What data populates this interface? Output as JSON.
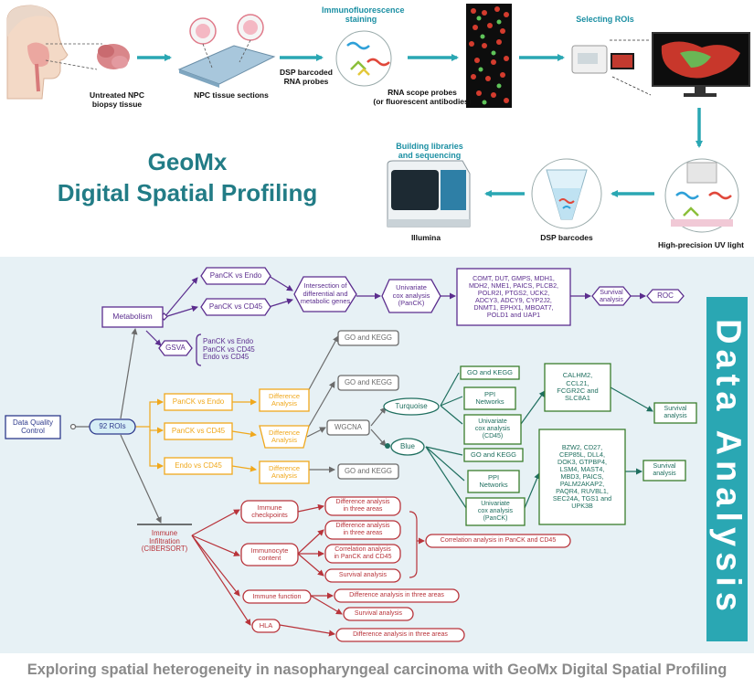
{
  "workflow": {
    "title_line1": "GeoMx",
    "title_line2": "Digital Spatial Profiling",
    "untreated_label": "Untreated NPC\nbiopsy tissue",
    "sections_label": "NPC tissue sections",
    "dsp_probes_label": "DSP barcoded\nRNA probes",
    "if_staining_label": "Immunofluorescence\nstaining",
    "rnascope_label": "RNA scope probes\n(or fluorescent antibodies)",
    "rois_label": "Selecting ROIs",
    "uv_label": "High-precision UV light",
    "barcodes_label": "DSP barcodes",
    "libraries_label": "Building libraries\nand sequencing",
    "illumina_label": "Illumina"
  },
  "analysis": {
    "side_title": "Data Analysis",
    "dqc": "Data Quality\nControl",
    "rois": "92 ROIs",
    "metabolism": "Metabolism",
    "panck_endo": "PanCK vs Endo",
    "panck_cd45": "PanCK vs CD45",
    "intersection": "Intersection of\ndifferential and\nmetabolic genes",
    "univariate_panck": "Univariate\ncox analysis\n(PanCK)",
    "met_genes": "COMT, DUT, GMPS, MDH1,\nMDH2, NME1, PAICS, PLCB2,\nPOLR2I, PTGS2, UCK2,\nADCY3, ADCY9, CYP2J2,\nDNMT1, EPHX1, MBOAT7,\nPOLD1 and UAP1",
    "survival": "Survival\nanalysis",
    "roc": "ROC",
    "gsva": "GSVA",
    "gsva_items": "PanCK vs Endo\nPanCK vs CD45\nEndo vs CD45",
    "go_kegg": "GO and KEGG",
    "diff_analysis": "Difference\nAnalysis",
    "endo_cd45": "Endo vs CD45",
    "wgcna": "WGCNA",
    "turquoise": "Turquoise",
    "blue": "Blue",
    "ppi": "PPI\nNetworks",
    "univariate_cd45": "Univariate\ncox analysis\n(CD45)",
    "univariate_panck2": "Univariate\ncox analysis\n(PanCK)",
    "turq_genes": "CALHM2,\nCCL21,\nFCGR2C and\nSLC8A1",
    "blue_genes": "BZW2, CD27,\nCEP85L, DLL4,\nDOK3, GTPBP4,\nLSM4, MAST4,\nMBD3, PAICS,\nPALM2AKAP2,\nPAQR4, RUVBL1,\nSEC24A, TGS1 and\nUPK3B",
    "immune_infiltration": "Immune\nInfiltration\n(CIBERSORT)",
    "immune_checkpoints": "Immune\ncheckpoints",
    "immunocyte": "Immunocyte\ncontent",
    "immune_function": "Immune function",
    "hla": "HLA",
    "diff_three": "Difference analysis\nin three areas",
    "diff_three_inline": "Difference analysis in three areas",
    "corr_three": "Correlation analysis\nin PanCK and CD45",
    "corr_panck_cd45": "Correlation analysis in PanCK and CD45",
    "survival_analysis": "Survival analysis"
  },
  "footer": "Exploring spatial heterogeneity in nasopharyngeal carcinoma with GeoMx Digital Spatial Profiling",
  "colors": {
    "teal": "#2aa7b3",
    "navy": "#2e3a8c",
    "purple": "#5b2d8e",
    "orange": "#f0a81c",
    "green": "#3a7d2c",
    "darkgreen": "#1f6f5f",
    "red": "#b8333a",
    "gray": "#6b6b6b"
  }
}
